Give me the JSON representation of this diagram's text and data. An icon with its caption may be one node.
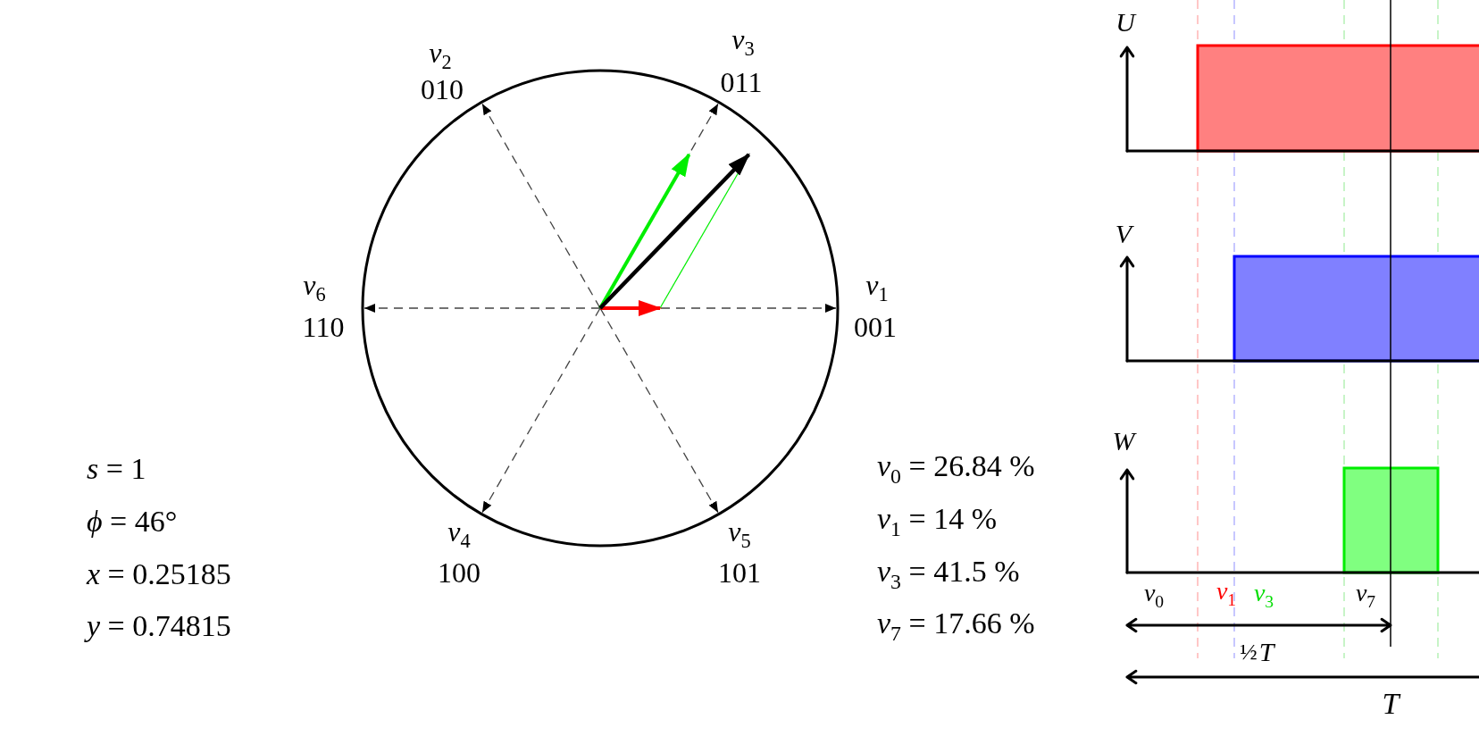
{
  "diagram": {
    "labels": [
      "*v*$_{2}$",
      "010",
      "*v*$_{3}$",
      "011",
      "*v*$_{6}$",
      "110",
      "*v*$_{1}$",
      "001",
      "*v*$_{4}$",
      "100",
      "*v*$_{5}$",
      "101",
      "*s* = 1",
      "*ϕ* = 46°",
      "*x* = 0.25185",
      "*y* = 0.74815",
      "*v*$_{0}$ = 26.84 %",
      "*v*$_{1}$ = 14 %",
      "*v*$_{3}$ = 41.5 %",
      "*v*$_{7}$ = 17.66 %",
      "U",
      "V",
      "W",
      "*v*$_{0}$",
      "*v*$_{1}$",
      "*v*$_{3}$",
      "*v*$_{7}$",
      "½",
      "T",
      "T"
    ]
  }
}
